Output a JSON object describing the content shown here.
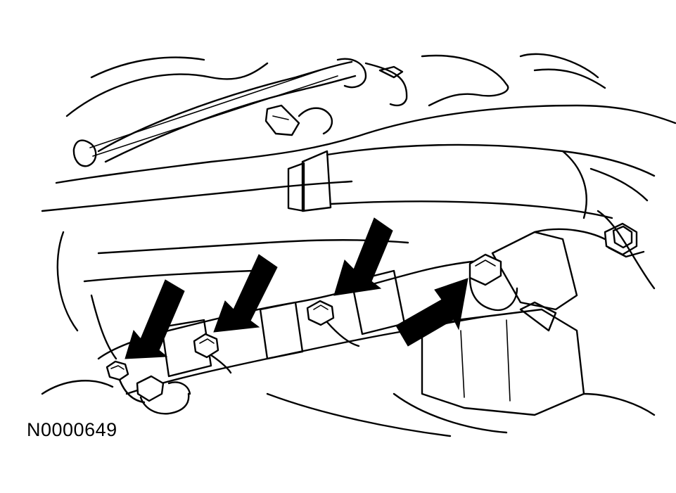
{
  "figure": {
    "id_label": "N0000649",
    "line_color": "#000000",
    "background": "#ffffff"
  },
  "callouts": [
    {
      "name": "arrow-bolt-1",
      "icon": "arrow-down-left-icon"
    },
    {
      "name": "arrow-bolt-2",
      "icon": "arrow-down-left-icon"
    },
    {
      "name": "arrow-bolt-3",
      "icon": "arrow-down-left-icon"
    },
    {
      "name": "arrow-bolt-4",
      "icon": "arrow-up-right-icon"
    }
  ]
}
